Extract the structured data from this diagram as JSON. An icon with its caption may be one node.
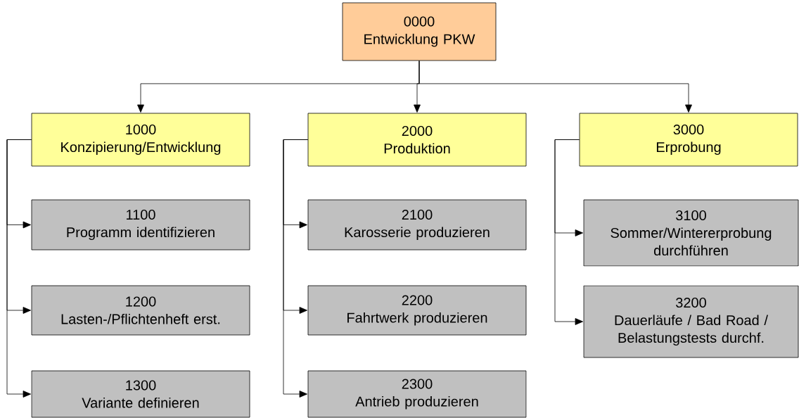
{
  "diagram": {
    "nodes": [
      {
        "text": [
          "0000",
          "Entwicklung PKW"
        ]
      },
      {
        "text": [
          "1000",
          "Konzipierung/Entwicklung"
        ]
      },
      {
        "text": [
          "2000",
          "Produktion"
        ]
      },
      {
        "text": [
          "3000",
          "Erprobung"
        ]
      },
      {
        "text": [
          "1100",
          "Programm identifizieren"
        ]
      },
      {
        "text": [
          "1200",
          "Lasten-/Pflichtenheft erst."
        ]
      },
      {
        "text": [
          "1300",
          "Variante definieren"
        ]
      },
      {
        "text": [
          "2100",
          "Karosserie produzieren"
        ]
      },
      {
        "text": [
          "2200",
          "Fahrtwerk produzieren"
        ]
      },
      {
        "text": [
          "2300",
          "Antrieb produzieren"
        ]
      },
      {
        "text": [
          "3100",
          "Sommer/Wintererprobung durchführen"
        ]
      },
      {
        "text": [
          "3200",
          "Dauerläufe / Bad Road / Belastungstests durchf."
        ]
      }
    ],
    "edges": [
      {
        "from": 0,
        "to": 1,
        "arrow": "to"
      },
      {
        "from": 0,
        "to": 2,
        "arrow": "to"
      },
      {
        "from": 0,
        "to": 3,
        "arrow": "to"
      },
      {
        "from": 1,
        "to": 4,
        "arrow": "to"
      },
      {
        "from": 1,
        "to": 5,
        "arrow": "to"
      },
      {
        "from": 1,
        "to": 6,
        "arrow": "to"
      },
      {
        "from": 2,
        "to": 7,
        "arrow": "to"
      },
      {
        "from": 2,
        "to": 8,
        "arrow": "to"
      },
      {
        "from": 2,
        "to": 9,
        "arrow": "to"
      },
      {
        "from": 3,
        "to": 10,
        "arrow": "to"
      },
      {
        "from": 3,
        "to": 11,
        "arrow": "to"
      }
    ]
  }
}
